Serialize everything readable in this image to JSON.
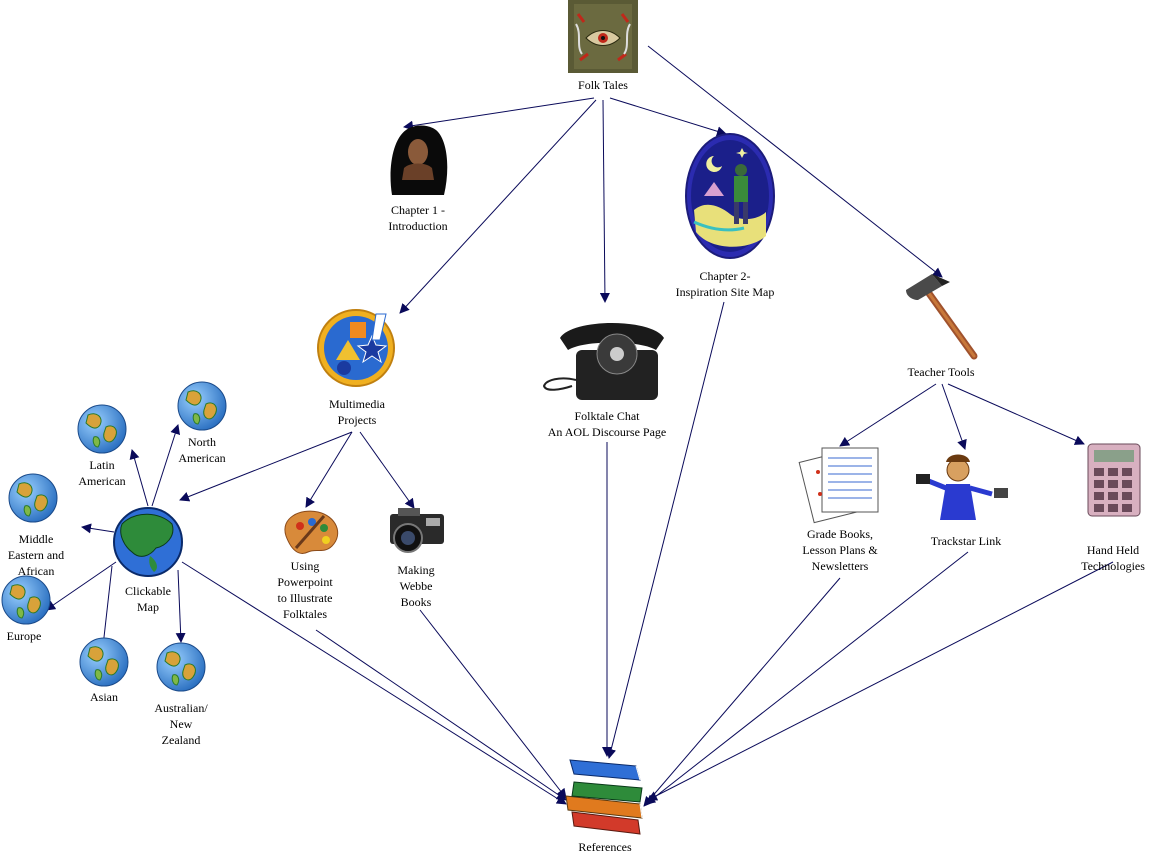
{
  "nodes": {
    "folk_tales": {
      "lines": [
        "Folk Tales"
      ]
    },
    "chapter1": {
      "lines": [
        "Chapter 1 -",
        "Introduction"
      ]
    },
    "chapter2": {
      "lines": [
        "Chapter 2-",
        "Inspiration Site Map"
      ]
    },
    "teacher": {
      "lines": [
        "Teacher Tools"
      ]
    },
    "multimedia": {
      "lines": [
        "Multimedia",
        "Projects"
      ]
    },
    "chat": {
      "lines": [
        "Folktale Chat",
        "An AOL Discourse Page"
      ]
    },
    "clickable": {
      "lines": [
        "Clickable",
        "Map"
      ]
    },
    "powerpoint": {
      "lines": [
        "Using",
        "Powerpoint",
        "to Illustrate",
        "Folktales"
      ]
    },
    "webbe": {
      "lines": [
        "Making",
        "Webbe",
        "Books"
      ]
    },
    "gradebooks": {
      "lines": [
        "Grade Books,",
        "Lesson Plans &",
        "Newsletters"
      ]
    },
    "trackstar": {
      "lines": [
        "Trackstar Link"
      ]
    },
    "handheld": {
      "lines": [
        "Hand Held",
        "Technologies"
      ]
    },
    "latin": {
      "lines": [
        "Latin",
        "American"
      ]
    },
    "north": {
      "lines": [
        "North",
        "American"
      ]
    },
    "middle": {
      "lines": [
        "Middle",
        "Eastern and",
        "African"
      ]
    },
    "europe": {
      "lines": [
        "Europe"
      ]
    },
    "asian": {
      "lines": [
        "Asian"
      ]
    },
    "australian": {
      "lines": [
        "Australian/",
        "New",
        "Zealand"
      ]
    },
    "references": {
      "lines": [
        "References"
      ]
    }
  },
  "edges": [
    [
      "folk_tales",
      "chapter1"
    ],
    [
      "folk_tales",
      "multimedia"
    ],
    [
      "folk_tales",
      "chat"
    ],
    [
      "folk_tales",
      "chapter2"
    ],
    [
      "folk_tales",
      "teacher"
    ],
    [
      "multimedia",
      "clickable"
    ],
    [
      "multimedia",
      "powerpoint"
    ],
    [
      "multimedia",
      "webbe"
    ],
    [
      "teacher",
      "gradebooks"
    ],
    [
      "teacher",
      "trackstar"
    ],
    [
      "teacher",
      "handheld"
    ],
    [
      "clickable",
      "latin"
    ],
    [
      "clickable",
      "north"
    ],
    [
      "clickable",
      "middle"
    ],
    [
      "clickable",
      "europe"
    ],
    [
      "clickable",
      "asian"
    ],
    [
      "clickable",
      "australian"
    ],
    [
      "clickable",
      "references"
    ],
    [
      "powerpoint",
      "references"
    ],
    [
      "webbe",
      "references"
    ],
    [
      "chat",
      "references"
    ],
    [
      "chapter2",
      "references"
    ],
    [
      "gradebooks",
      "references"
    ],
    [
      "trackstar",
      "references"
    ],
    [
      "handheld",
      "references"
    ]
  ],
  "colors": {
    "edge": "#0a0a5a",
    "globe_ocean": "#3a86d8",
    "globe_land": "#d8a23a",
    "book_blue": "#2f6fd6",
    "book_green": "#2e8b3a",
    "book_orange": "#e07a1e",
    "book_red": "#d23a2a"
  }
}
